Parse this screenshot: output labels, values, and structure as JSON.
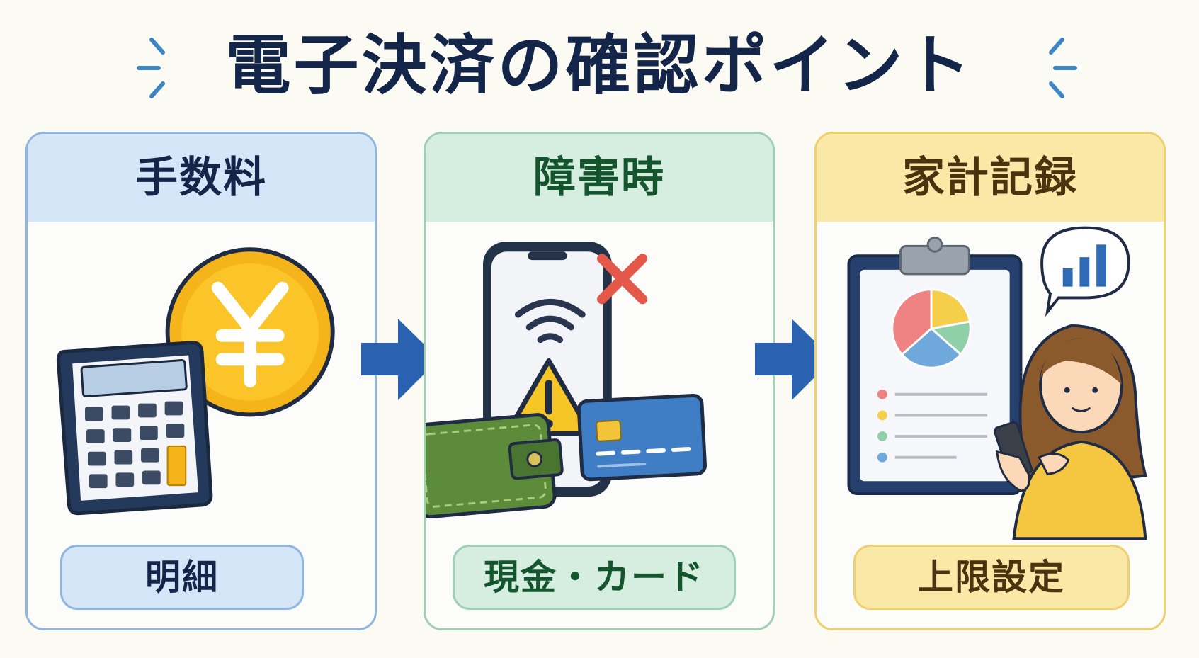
{
  "title": "電子決済の確認ポイント",
  "colors": {
    "title": "#14254a",
    "arrow": "#2a62b0",
    "blue_panel": "#d4e6f7",
    "green_panel": "#d5eedf",
    "yellow_panel": "#fae8a6"
  },
  "panels": [
    {
      "heading": "手数料",
      "pill": "明細",
      "icons": [
        "yen-coin-icon",
        "calculator-icon"
      ]
    },
    {
      "heading": "障害時",
      "pill": "現金・カード",
      "icons": [
        "smartphone-icon",
        "wifi-icon",
        "warning-icon",
        "cross-icon",
        "wallet-icon",
        "credit-card-icon"
      ]
    },
    {
      "heading": "家計記録",
      "pill": "上限設定",
      "icons": [
        "clipboard-icon",
        "pie-chart-icon",
        "bar-chart-bubble-icon",
        "woman-with-phone-icon"
      ]
    }
  ],
  "arrows": [
    "right-arrow-icon",
    "right-arrow-icon"
  ]
}
